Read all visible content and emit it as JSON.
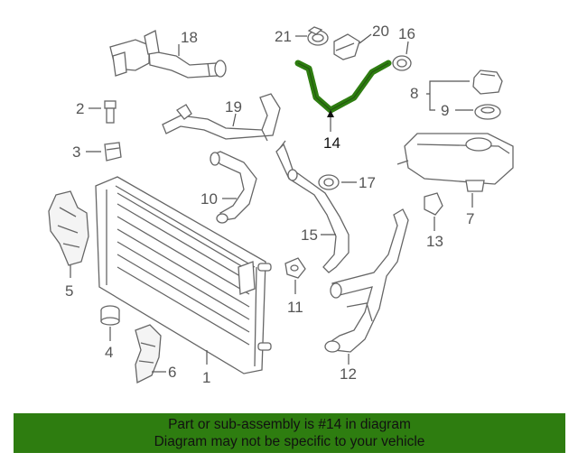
{
  "diagram": {
    "highlight_color": "#2e7d10",
    "highlighted_part": "14",
    "callouts": [
      {
        "id": "c1",
        "label": "1"
      },
      {
        "id": "c2",
        "label": "2"
      },
      {
        "id": "c3",
        "label": "3"
      },
      {
        "id": "c4",
        "label": "4"
      },
      {
        "id": "c5",
        "label": "5"
      },
      {
        "id": "c6",
        "label": "6"
      },
      {
        "id": "c7",
        "label": "7"
      },
      {
        "id": "c8",
        "label": "8"
      },
      {
        "id": "c9",
        "label": "9"
      },
      {
        "id": "c10",
        "label": "10"
      },
      {
        "id": "c11",
        "label": "11"
      },
      {
        "id": "c12",
        "label": "12"
      },
      {
        "id": "c13",
        "label": "13"
      },
      {
        "id": "c14",
        "label": "14"
      },
      {
        "id": "c15",
        "label": "15"
      },
      {
        "id": "c16",
        "label": "16"
      },
      {
        "id": "c17",
        "label": "17"
      },
      {
        "id": "c18",
        "label": "18"
      },
      {
        "id": "c19",
        "label": "19"
      },
      {
        "id": "c20",
        "label": "20"
      },
      {
        "id": "c21",
        "label": "21"
      }
    ]
  },
  "footer": {
    "line1": "Part or sub-assembly is #14 in diagram",
    "line2": "Diagram may not be specific to your vehicle",
    "background": "#2e7d10"
  }
}
